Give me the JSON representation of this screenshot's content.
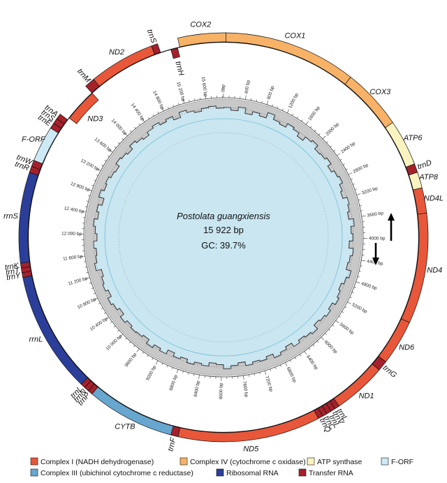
{
  "center": {
    "species": "Postolata guangxiensis",
    "length": "15 922 bp",
    "gc": "GC: 39.7%"
  },
  "genome": {
    "length_bp": 15922,
    "tick_step_bp": 400
  },
  "colors": {
    "complex_i": "#e8573a",
    "complex_iv": "#f7b267",
    "atp": "#f9f3c0",
    "complex_iii": "#67a6cf",
    "rrna": "#2b3f9a",
    "trna": "#a4212c",
    "forf": "#cde9f5",
    "gc_disc": "#c9e6f1",
    "gc_ring": "#c8c8c8"
  },
  "genes": [
    {
      "name": "COX2",
      "start": 15350,
      "end": 30,
      "strand": "outer",
      "group": "complex_iv"
    },
    {
      "name": "COX1",
      "start": 30,
      "end": 1700,
      "strand": "outer",
      "group": "complex_iv"
    },
    {
      "name": "COX3",
      "start": 1700,
      "end": 2470,
      "strand": "outer",
      "group": "complex_iv"
    },
    {
      "name": "ATP6",
      "start": 2470,
      "end": 3050,
      "strand": "outer",
      "group": "atp"
    },
    {
      "name": "trnD",
      "start": 3050,
      "end": 3160,
      "strand": "outer",
      "group": "trna"
    },
    {
      "name": "ATP8",
      "start": 3160,
      "end": 3360,
      "strand": "outer",
      "group": "atp"
    },
    {
      "name": "ND4L",
      "start": 3360,
      "end": 3680,
      "strand": "outer",
      "group": "complex_i"
    },
    {
      "name": "ND4",
      "start": 3680,
      "end": 5070,
      "strand": "outer",
      "group": "complex_i"
    },
    {
      "name": "ND6",
      "start": 5070,
      "end": 5640,
      "strand": "outer",
      "group": "complex_i"
    },
    {
      "name": "trnG",
      "start": 5640,
      "end": 5770,
      "strand": "outer",
      "group": "trna"
    },
    {
      "name": "ND1",
      "start": 5770,
      "end": 6440,
      "strand": "outer",
      "group": "complex_i"
    },
    {
      "name": "trnL",
      "start": 6440,
      "end": 6500,
      "strand": "outer",
      "group": "trna"
    },
    {
      "name": "trnV",
      "start": 6500,
      "end": 6560,
      "strand": "outer",
      "group": "trna"
    },
    {
      "name": "trnI",
      "start": 6560,
      "end": 6620,
      "strand": "outer",
      "group": "trna"
    },
    {
      "name": "trnC",
      "start": 6620,
      "end": 6680,
      "strand": "outer",
      "group": "trna"
    },
    {
      "name": "trnQ",
      "start": 6680,
      "end": 6740,
      "strand": "outer",
      "group": "trna"
    },
    {
      "name": "ND5",
      "start": 6740,
      "end": 8530,
      "strand": "outer",
      "group": "complex_i"
    },
    {
      "name": "trnF",
      "start": 8530,
      "end": 8620,
      "strand": "outer",
      "group": "trna"
    },
    {
      "name": "CYTB",
      "start": 8620,
      "end": 9730,
      "strand": "outer",
      "group": "complex_iii"
    },
    {
      "name": "trnP",
      "start": 9730,
      "end": 9790,
      "strand": "outer",
      "group": "trna"
    },
    {
      "name": "trnN",
      "start": 9790,
      "end": 9850,
      "strand": "outer",
      "group": "trna"
    },
    {
      "name": "trnL",
      "start": 9850,
      "end": 9910,
      "strand": "outer",
      "group": "trna"
    },
    {
      "name": "rrnL",
      "start": 9910,
      "end": 11440,
      "strand": "outer",
      "group": "rrna"
    },
    {
      "name": "trnY",
      "start": 11440,
      "end": 11500,
      "strand": "outer",
      "group": "trna"
    },
    {
      "name": "trnT",
      "start": 11500,
      "end": 11560,
      "strand": "outer",
      "group": "trna"
    },
    {
      "name": "trnK",
      "start": 11560,
      "end": 11620,
      "strand": "outer",
      "group": "trna"
    },
    {
      "name": "rrnS",
      "start": 11620,
      "end": 12760,
      "strand": "outer",
      "group": "rrna"
    },
    {
      "name": "trnR",
      "start": 12760,
      "end": 12840,
      "strand": "outer",
      "group": "trna"
    },
    {
      "name": "trnW",
      "start": 12840,
      "end": 12920,
      "strand": "outer",
      "group": "trna"
    },
    {
      "name": "F-ORF",
      "start": 12920,
      "end": 13370,
      "strand": "outer",
      "group": "forf"
    },
    {
      "name": "trnE",
      "start": 13370,
      "end": 13440,
      "strand": "outer",
      "group": "trna"
    },
    {
      "name": "trnS",
      "start": 13440,
      "end": 13510,
      "strand": "outer",
      "group": "trna"
    },
    {
      "name": "trnA",
      "start": 13510,
      "end": 13580,
      "strand": "outer",
      "group": "trna"
    },
    {
      "name": "ND3",
      "start": 13610,
      "end": 14050,
      "strand": "inner",
      "group": "complex_i"
    },
    {
      "name": "trnM",
      "start": 14050,
      "end": 14180,
      "strand": "outer",
      "group": "trna"
    },
    {
      "name": "ND2",
      "start": 14180,
      "end": 15010,
      "strand": "outer",
      "group": "complex_i"
    },
    {
      "name": "trnS",
      "start": 15010,
      "end": 15090,
      "strand": "outer",
      "group": "trna"
    },
    {
      "name": "trnH",
      "start": 15230,
      "end": 15320,
      "strand": "inner",
      "group": "trna"
    }
  ],
  "gc_profile": [
    0.58,
    0.5,
    0.62,
    0.45,
    0.55,
    0.48,
    0.66,
    0.52,
    0.47,
    0.6,
    0.54,
    0.43,
    0.57,
    0.63,
    0.49,
    0.52,
    0.59,
    0.46,
    0.55,
    0.61,
    0.5,
    0.44,
    0.58,
    0.53,
    0.47,
    0.62,
    0.51,
    0.56,
    0.45,
    0.59,
    0.52,
    0.48,
    0.64,
    0.55,
    0.47,
    0.53,
    0.6,
    0.49,
    0.57,
    0.51,
    0.46,
    0.62,
    0.55,
    0.5,
    0.58,
    0.45,
    0.53,
    0.61,
    0.48,
    0.56,
    0.52,
    0.59,
    0.47,
    0.54,
    0.63,
    0.5,
    0.46,
    0.57,
    0.52,
    0.6,
    0.49,
    0.55,
    0.44,
    0.58,
    0.51,
    0.62,
    0.47,
    0.53,
    0.56,
    0.5,
    0.59,
    0.45,
    0.54,
    0.61,
    0.48,
    0.57,
    0.52,
    0.46,
    0.63,
    0.55,
    0.51,
    0.58,
    0.47,
    0.53,
    0.6,
    0.49,
    0.56,
    0.44,
    0.62,
    0.52,
    0.57,
    0.5,
    0.46,
    0.59,
    0.54,
    0.48,
    0.61,
    0.53,
    0.47,
    0.58,
    0.64,
    0.55,
    0.62,
    0.5,
    0.66,
    0.58,
    0.52,
    0.6,
    0.63,
    0.56
  ],
  "arrows": {
    "cw_label": "",
    "ccw_label": ""
  },
  "legend": [
    {
      "label": "Complex I (NADH dehydrogenase)",
      "group": "complex_i"
    },
    {
      "label": "Complex IV (cytochrome c oxidase)",
      "group": "complex_iv"
    },
    {
      "label": "ATP synthase",
      "group": "atp"
    },
    {
      "label": "F-ORF",
      "group": "forf"
    },
    {
      "label": "Complex III (ubichinol cytochrome c reductase)",
      "group": "complex_iii"
    },
    {
      "label": "Ribosomal RNA",
      "group": "rrna"
    },
    {
      "label": "Transfer RNA",
      "group": "trna"
    }
  ]
}
